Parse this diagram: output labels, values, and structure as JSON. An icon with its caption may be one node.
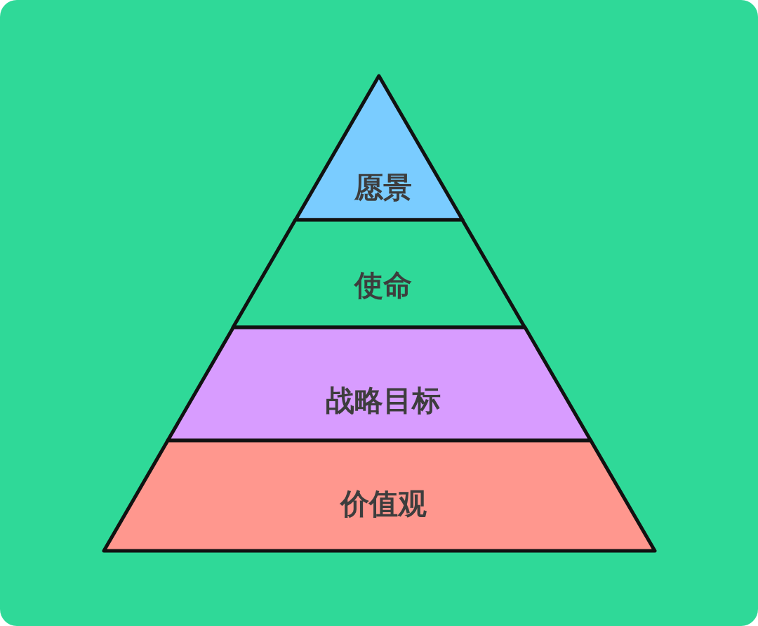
{
  "diagram": {
    "nodes": [
      {
        "text": [
          "愿景"
        ]
      },
      {
        "text": [
          "使命"
        ]
      },
      {
        "text": [
          "战略目标"
        ]
      },
      {
        "text": [
          "价值观"
        ]
      }
    ]
  }
}
